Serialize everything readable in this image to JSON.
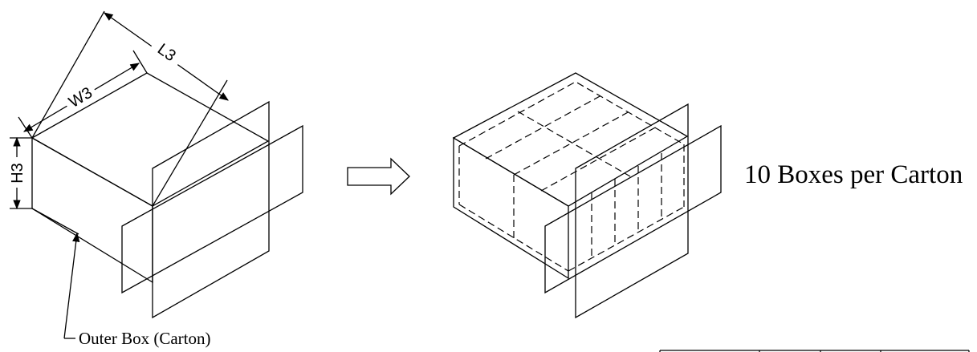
{
  "dimensions": {
    "length": "L3",
    "width": "W3",
    "height": "H3"
  },
  "callout": {
    "outer_box": "Outer Box (Carton)"
  },
  "packing": {
    "note": "10 Boxes per Carton"
  }
}
